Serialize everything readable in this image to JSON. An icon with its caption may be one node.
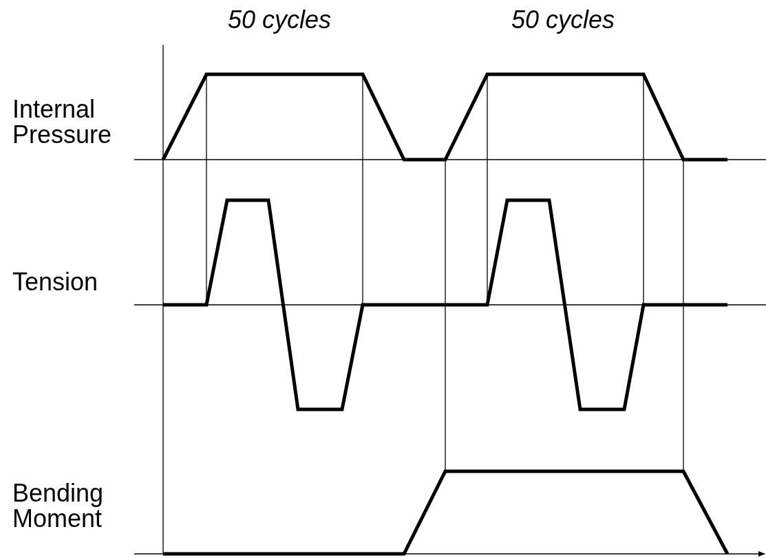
{
  "diagram": {
    "labels": [
      "50 cycles",
      "50 cycles",
      "Internal Pressure",
      "Tension",
      "Bending Moment"
    ]
  }
}
